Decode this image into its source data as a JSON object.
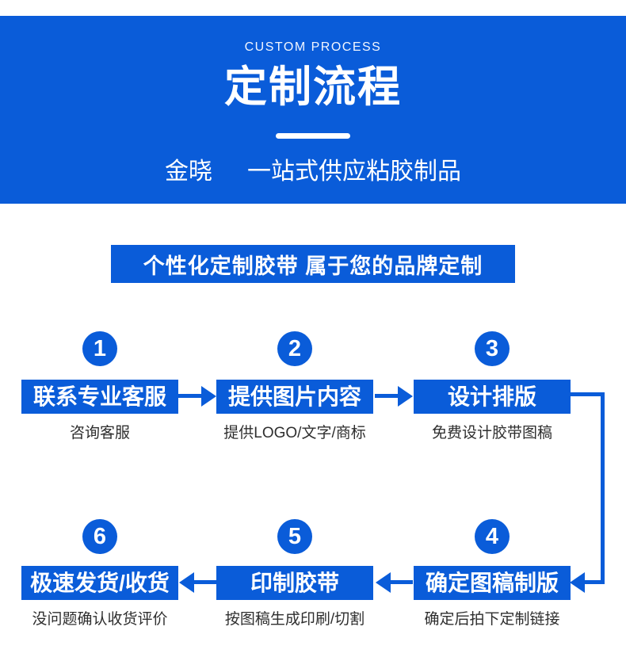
{
  "colors": {
    "primary_blue": "#0a5cd9",
    "text_dark": "#2e2e2e",
    "background": "#ffffff"
  },
  "header": {
    "eyebrow": "CUSTOM PROCESS",
    "title": "定制流程",
    "brand": "金晓",
    "tagline": "一站式供应粘胶制品"
  },
  "banner": {
    "text": "个性化定制胶带 属于您的品牌定制"
  },
  "steps": [
    {
      "number": "1",
      "label": "联系专业客服",
      "description": "咨询客服"
    },
    {
      "number": "2",
      "label": "提供图片内容",
      "description": "提供LOGO/文字/商标"
    },
    {
      "number": "3",
      "label": "设计排版",
      "description": "免费设计胶带图稿"
    },
    {
      "number": "4",
      "label": "确定图稿制版",
      "description": "确定后拍下定制链接"
    },
    {
      "number": "5",
      "label": "印制胶带",
      "description": "按图稿生成印刷/切割"
    },
    {
      "number": "6",
      "label": "极速发货/收货",
      "description": "没问题确认收货评价"
    }
  ]
}
